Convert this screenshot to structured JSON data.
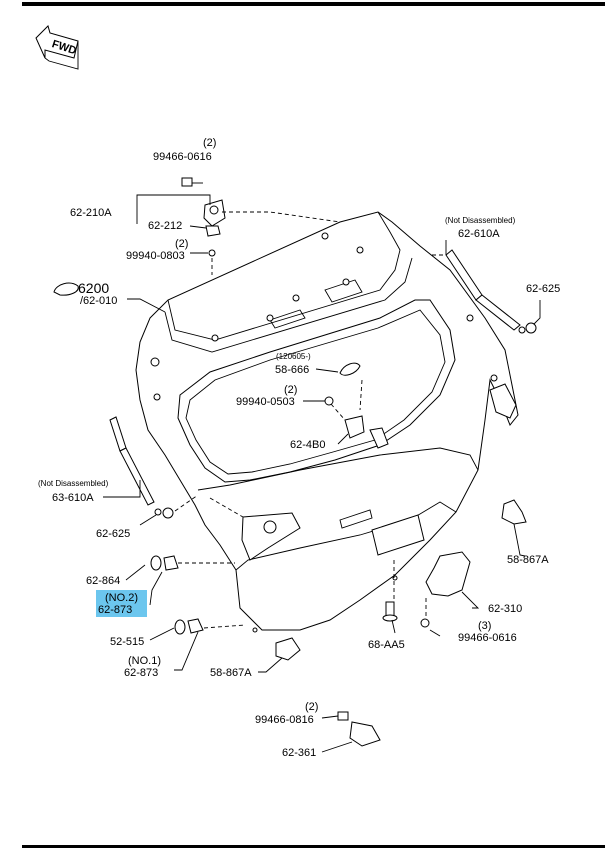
{
  "arrow": {
    "text": "FWD"
  },
  "colors": {
    "highlight": "#6cc6ee",
    "line": "#000000",
    "background": "#ffffff"
  },
  "labels": {
    "q_99466_0616_top": "(2)",
    "p_99466_0616_top": "99466-0616",
    "p_62_210A": "62-210A",
    "p_62_212": "62-212",
    "q_99940_0803": "(2)",
    "p_99940_0803": "99940-0803",
    "p_6200": "6200",
    "p_62_010": "/62-010",
    "n_not_dis_1": "(Not Disassembled)",
    "p_62_610A_r": "62-610A",
    "p_62_625_r": "62-625",
    "n_120605": "(120605-)",
    "p_58_666": "58-666",
    "q_99940_0503": "(2)",
    "p_99940_0503": "99940-0503",
    "p_62_4B0": "62-4B0",
    "n_not_dis_2": "(Not Disassembled)",
    "p_63_610A": "63-610A",
    "p_62_625_l": "62-625",
    "p_58_867A_r": "58-867A",
    "p_62_864": "62-864",
    "n_no2": "(NO.2)",
    "p_62_873_hl": "62-873",
    "p_62_310": "62-310",
    "p_52_515": "52-515",
    "p_68_AA5": "68-AA5",
    "q_99466_0616_mid": "(3)",
    "p_99466_0616_mid": "99466-0616",
    "n_no1": "(NO.1)",
    "p_62_873": "62-873",
    "p_58_867A_b": "58-867A",
    "q_99466_0816": "(2)",
    "p_99466_0816": "99466-0816",
    "p_62_361": "62-361"
  }
}
